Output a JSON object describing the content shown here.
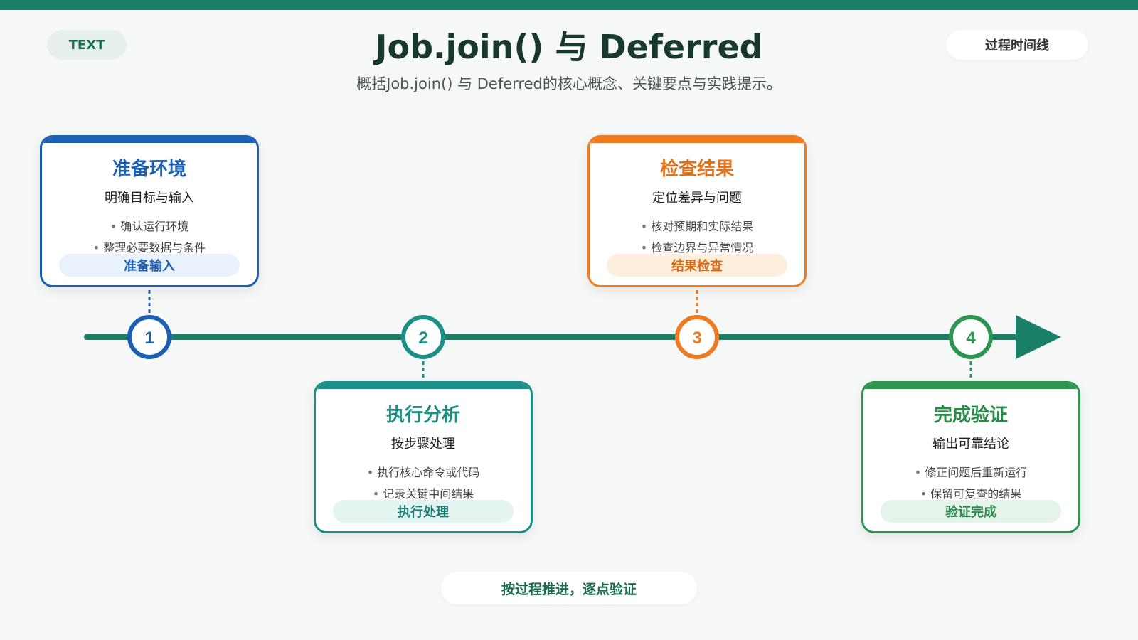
{
  "header": {
    "tag": "TEXT",
    "title": "Job.join() 与 Deferred",
    "subtitle": "概括Job.join() 与 Deferred的核心概念、关键要点与实践提示。",
    "type_label": "过程时间线"
  },
  "colors": {
    "header_bar": "#1a7f67",
    "timeline_line": "#1a7f67",
    "step1": "#1d5fb3",
    "step2": "#1c8f86",
    "step3": "#ee7a22",
    "step4": "#2e9550"
  },
  "steps": [
    {
      "number": "1",
      "title": "准备环境",
      "subtitle": "明确目标与输入",
      "bullets": [
        "确认运行环境",
        "整理必要数据与条件"
      ],
      "tag": "准备输入"
    },
    {
      "number": "2",
      "title": "执行分析",
      "subtitle": "按步骤处理",
      "bullets": [
        "执行核心命令或代码",
        "记录关键中间结果"
      ],
      "tag": "执行处理"
    },
    {
      "number": "3",
      "title": "检查结果",
      "subtitle": "定位差异与问题",
      "bullets": [
        "核对预期和实际结果",
        "检查边界与异常情况"
      ],
      "tag": "结果检查"
    },
    {
      "number": "4",
      "title": "完成验证",
      "subtitle": "输出可靠结论",
      "bullets": [
        "修正问题后重新运行",
        "保留可复查的结果"
      ],
      "tag": "验证完成"
    }
  ],
  "footer": "按过程推进，逐点验证"
}
